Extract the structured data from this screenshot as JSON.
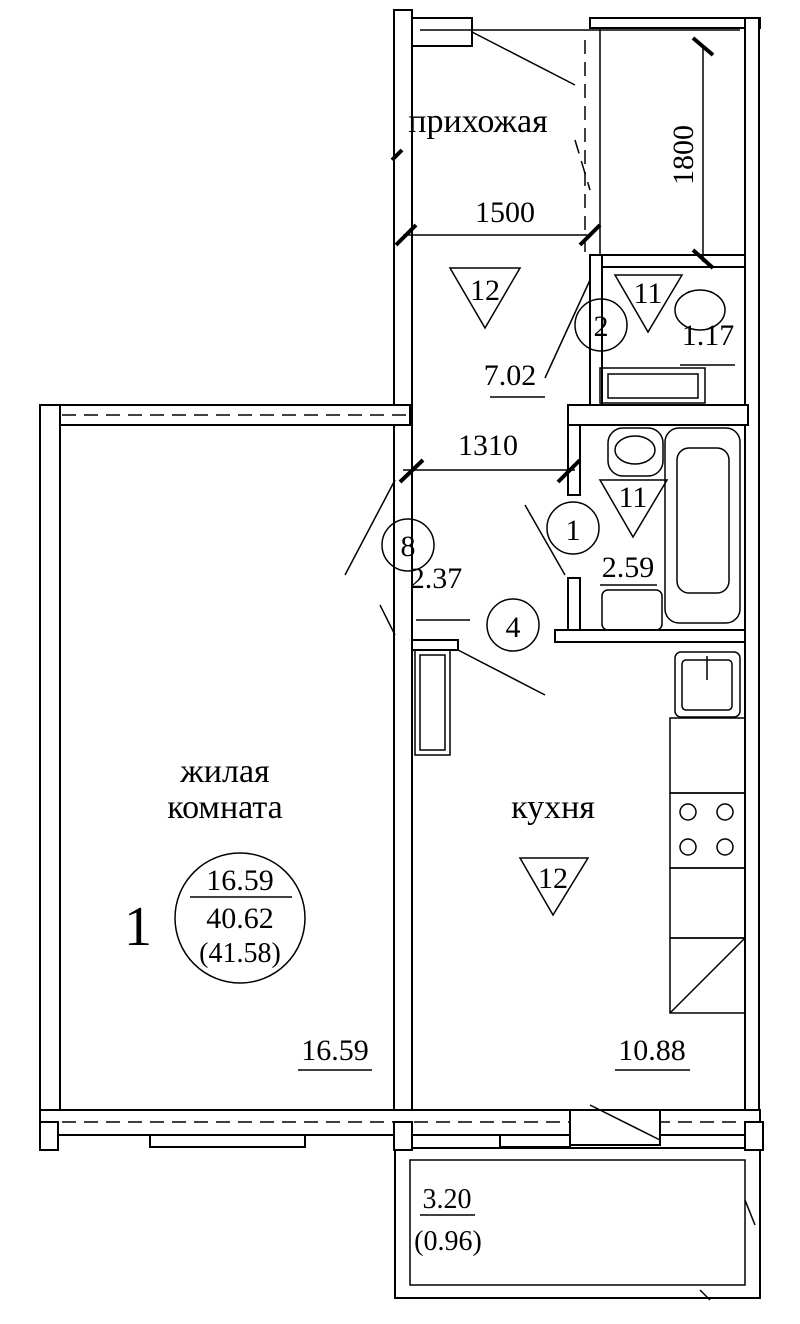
{
  "rooms": {
    "hallway": {
      "name": "прихожая",
      "area": "7.02",
      "number": "2",
      "floor_mark": "12",
      "dim_width": "1500",
      "dim_wardrobe": "1800"
    },
    "toilet": {
      "area": "1.17",
      "floor_mark": "11"
    },
    "corridor": {
      "area": "2.37",
      "number": "8",
      "dim_width": "1310",
      "door_number": "4"
    },
    "bathroom": {
      "area": "2.59",
      "number": "1",
      "floor_mark": "11"
    },
    "living_room": {
      "name_line1": "жилая",
      "name_line2": "комната",
      "area": "16.59"
    },
    "kitchen": {
      "name": "кухня",
      "area": "10.88",
      "floor_mark": "12"
    },
    "balcony": {
      "area": "3.20",
      "reduced_area": "(0.96)"
    }
  },
  "apartment": {
    "number": "1",
    "living_area": "16.59",
    "total_area": "40.62",
    "total_with_balcony": "(41.58)"
  }
}
